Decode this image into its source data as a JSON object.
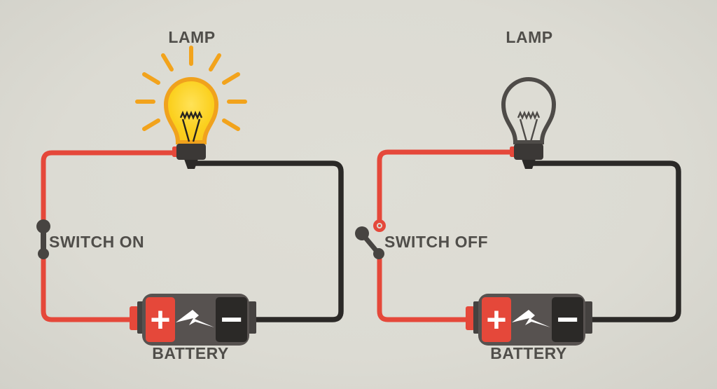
{
  "colors": {
    "background": "#dcdbd3",
    "wire_red": "#e5483a",
    "wire_black": "#2b2927",
    "ray_orange": "#f2a31c",
    "bulb_yellow": "#fbd01e",
    "dark_gray": "#474441",
    "battery_body": "#575250",
    "battery_negative": "#2b2927",
    "label_text": "#504e4a",
    "white": "#ffffff"
  },
  "left_circuit": {
    "lamp_label": "LAMP",
    "lamp_state": "on",
    "switch_label": "SWITCH ON",
    "switch_state": "closed",
    "battery_label": "BATTERY",
    "battery_plus": "+",
    "battery_minus": "−"
  },
  "right_circuit": {
    "lamp_label": "LAMP",
    "lamp_state": "off",
    "switch_label": "SWITCH OFF",
    "switch_state": "open",
    "battery_label": "BATTERY",
    "battery_plus": "+",
    "battery_minus": "−"
  }
}
